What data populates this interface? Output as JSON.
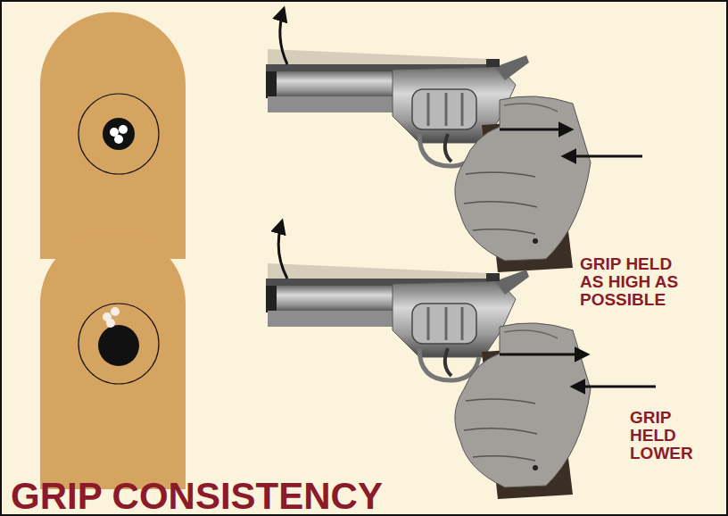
{
  "diagram": {
    "title": "GRIP CONSISTENCY",
    "labels": [
      "GRIP HELD AS HIGH AS POSSIBLE",
      "GRIP HELD LOWER"
    ]
  }
}
